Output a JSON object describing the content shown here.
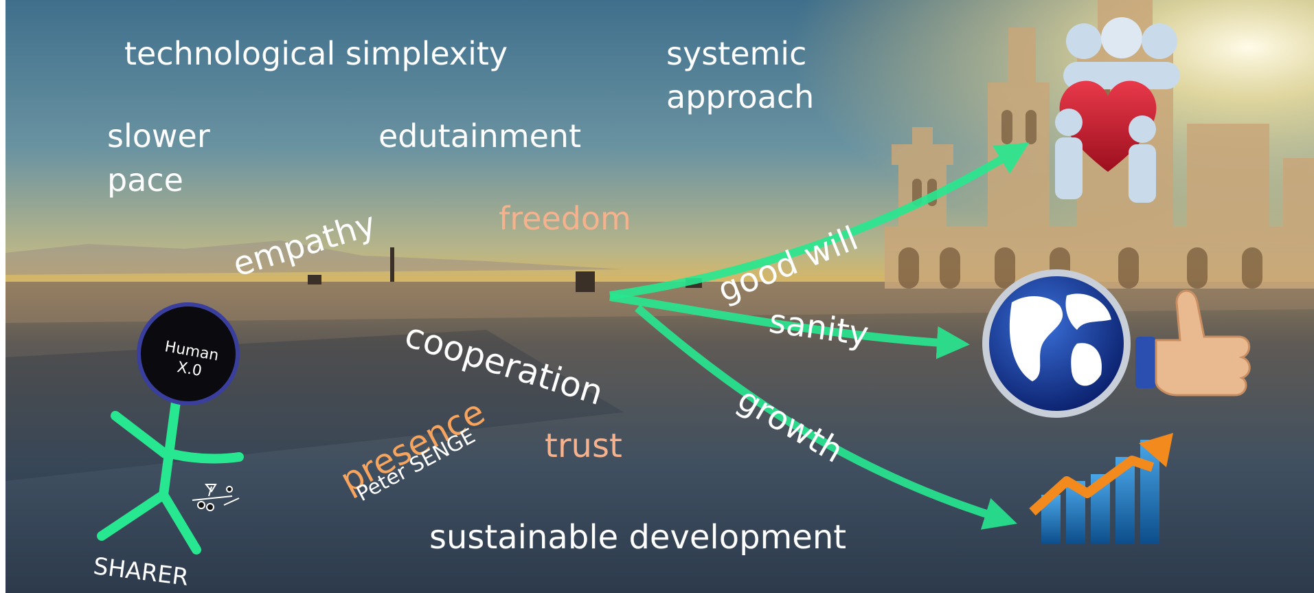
{
  "words": {
    "technological": "technological simplexity",
    "systemic_line1": "systemic",
    "systemic_line2": "approach",
    "slower_line1": "slower",
    "slower_line2": "pace",
    "edutainment": "edutainment",
    "empathy": "empathy",
    "freedom": "freedom",
    "cooperation": "cooperation",
    "presence": "presence",
    "peter_senge": "Peter SENGE",
    "trust": "trust",
    "sustainable": "sustainable development"
  },
  "arrows": {
    "good_will": "good will",
    "sanity": "sanity",
    "growth": "growth"
  },
  "figure": {
    "head_line1": "Human",
    "head_line2": "X.0",
    "caption": "SHARER"
  },
  "colors": {
    "white_text": "#ffffff",
    "peach_text": "#f6b28c",
    "orange_text": "#f7a45e",
    "arrow_green": "#27e890",
    "head_outline": "#3a3f9e"
  },
  "icons": [
    "community-heart-icon",
    "globe-icon",
    "thumbs-up-icon",
    "growth-chart-icon"
  ]
}
